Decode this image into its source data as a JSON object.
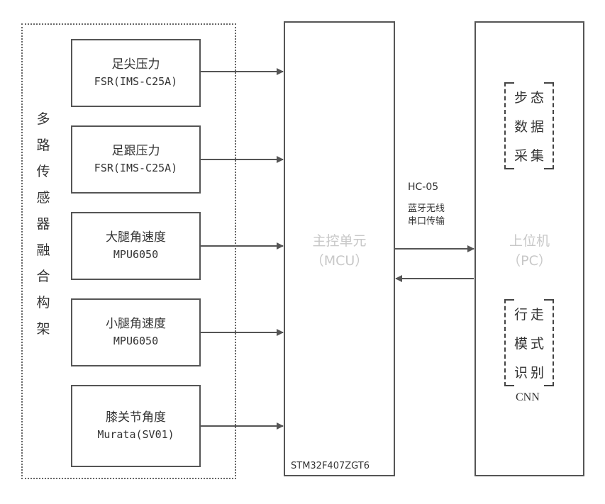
{
  "fusion_frame": {
    "label": "多路传感器融合构架",
    "chars": [
      "多",
      "路",
      "传",
      "感",
      "器",
      "融",
      "合",
      "构",
      "架"
    ]
  },
  "sensors": [
    {
      "name": "足尖压力",
      "model": "FSR(IMS-C25A)"
    },
    {
      "name": "足跟压力",
      "model": "FSR(IMS-C25A)"
    },
    {
      "name": "大腿角速度",
      "model": "MPU6050"
    },
    {
      "name": "小腿角速度",
      "model": "MPU6050"
    },
    {
      "name": "膝关节角度",
      "model": "Murata(SV01)"
    }
  ],
  "mcu": {
    "title": "主控单元",
    "subtitle": "（MCU）",
    "chip": "STM32F407ZGT6"
  },
  "link": {
    "module": "HC-05",
    "line1": "蓝牙无线",
    "line2": "串口传输"
  },
  "pc": {
    "title": "上位机",
    "subtitle": "（PC）",
    "task1": [
      "步态",
      "数据",
      "采集"
    ],
    "task2": [
      "行走",
      "模式",
      "识别"
    ],
    "method": "CNN"
  },
  "colors": {
    "line": "#555555",
    "faint_text": "#c8c8c8"
  }
}
